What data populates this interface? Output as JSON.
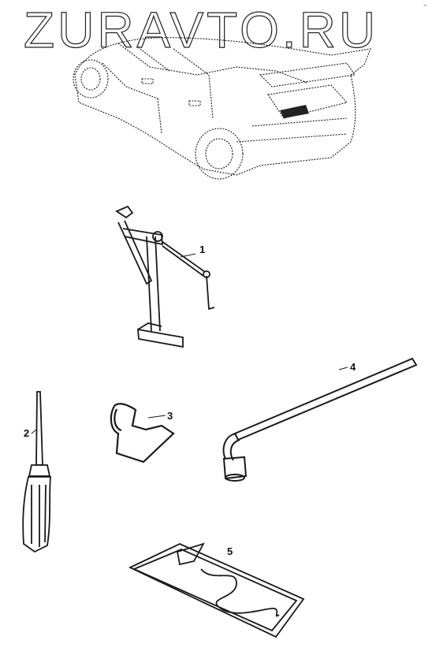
{
  "watermark": {
    "text": "ZURAVTO.RU"
  },
  "corner_mark": "⌐",
  "parts": [
    {
      "number": "1",
      "icon": "car-jack-icon"
    },
    {
      "number": "2",
      "icon": "screwdriver-icon"
    },
    {
      "number": "3",
      "icon": "towing-eye-hook-icon"
    },
    {
      "number": "4",
      "icon": "wheel-wrench-icon"
    },
    {
      "number": "5",
      "icon": "tool-pouch-icon"
    }
  ],
  "colors": {
    "line": "#1a1a1a",
    "background": "#ffffff",
    "fill_dark": "#222222"
  }
}
